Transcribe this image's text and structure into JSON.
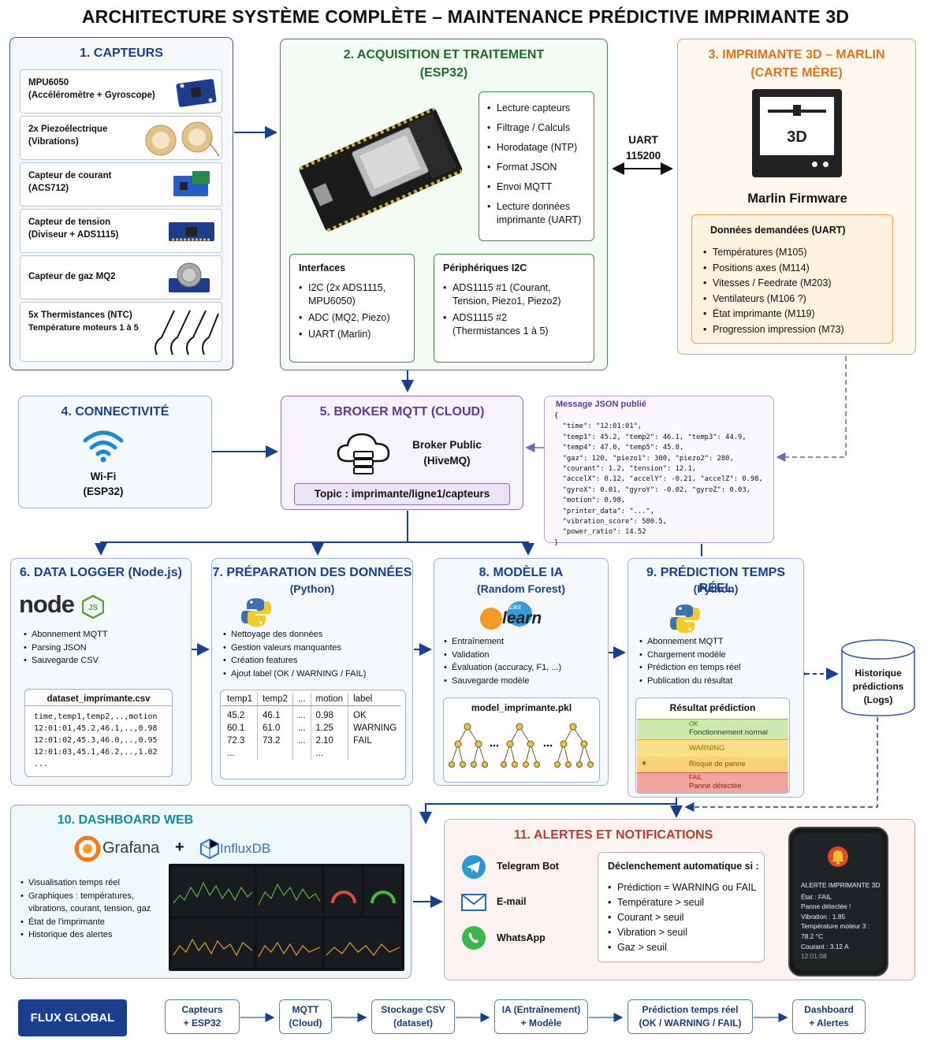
{
  "title": "ARCHITECTURE SYSTÈME COMPLÈTE – MAINTENANCE PRÉDICTIVE IMPRIMANTE 3D",
  "colors": {
    "blue": "#1a3f8f",
    "green": "#1d6b28",
    "orange": "#e8701a",
    "purple": "#5a3a9a",
    "teal": "#178a9a",
    "red": "#c23a2a"
  },
  "capteurs": {
    "title": "1. CAPTEURS",
    "items": [
      {
        "line1": "MPU6050",
        "line2": "(Accéléromètre + Gyroscope)"
      },
      {
        "line1": "2x Piezoélectrique",
        "line2": "(Vibrations)"
      },
      {
        "line1": "Capteur de courant",
        "line2": "(ACS712)"
      },
      {
        "line1": "Capteur de tension",
        "line2": "(Diviseur + ADS1115)"
      },
      {
        "line1": "Capteur de gaz MQ2",
        "line2": ""
      },
      {
        "line1": "5x Thermistances (NTC)",
        "line2": "Température moteurs 1 à 5"
      }
    ]
  },
  "acquisition": {
    "title": "2. ACQUISITION ET TRAITEMENT",
    "subtitle": "(ESP32)",
    "tasks": [
      "Lecture capteurs",
      "Filtrage / Calculs",
      "Horodatage (NTP)",
      "Format JSON",
      "Envoi MQTT",
      "Lecture données imprimante (UART)"
    ],
    "interfaces": {
      "title": "Interfaces",
      "items": [
        "I2C (2x ADS1115, MPU6050)",
        "ADC (MQ2, Piezo)",
        "UART (Marlin)"
      ]
    },
    "peripheriques": {
      "title": "Périphériques I2C",
      "items": [
        "ADS1115 #1 (Courant, Tension, Piezo1, Piezo2)",
        "ADS1115 #2 (Thermistances 1 à 5)"
      ]
    }
  },
  "uart": {
    "line1": "UART",
    "line2": "115200"
  },
  "imprimante": {
    "title": "3. IMPRIMANTE 3D – MARLIN",
    "subtitle": "(CARTE MÈRE)",
    "icon_text": "3D",
    "firmware": "Marlin Firmware",
    "donnees_title": "Données demandées (UART)",
    "donnees": [
      "Températures (M105)",
      "Positions axes (M114)",
      "Vitesses / Feedrate (M203)",
      "Ventilateurs (M106 ?)",
      "État imprimante (M119)",
      "Progression impression (M73)"
    ]
  },
  "connectivite": {
    "title": "4. CONNECTIVITÉ",
    "line1": "Wi-Fi",
    "line2": "(ESP32)"
  },
  "broker": {
    "title": "5. BROKER MQTT (CLOUD)",
    "line1": "Broker Public",
    "line2": "(HiveMQ)",
    "topic": "Topic : imprimante/ligne1/capteurs"
  },
  "json_msg": {
    "title": "Message JSON publié",
    "lines": [
      "{",
      "  \"time\": \"12:01:01\",",
      "  \"temp1\": 45.2, \"temp2\": 46.1, \"temp3\": 44.9,",
      "  \"temp4\": 47.0, \"temp5\": 45.8,",
      "  \"gaz\": 120, \"piezo1\": 300, \"piezo2\": 280,",
      "  \"courant\": 1.2, \"tension\": 12.1,",
      "  \"accelX\": 0.12, \"accelY\": -0.21, \"accelZ\": 0.98,",
      "  \"gyroX\": 0.01, \"gyroY\": -0.02, \"gyroZ\": 0.03,",
      "  \"motion\": 0.98,",
      "  \"printer_data\": \"...\",",
      "  \"vibration_score\": 580.5,",
      "  \"power_ratio\": 14.52",
      "}"
    ]
  },
  "logger": {
    "title": "6. DATA LOGGER (Node.js)",
    "logo_text": "node",
    "items": [
      "Abonnement MQTT",
      "Parsing JSON",
      "Sauvegarde CSV"
    ],
    "file": "dataset_imprimante.csv",
    "csv": [
      "time,temp1,temp2,..,motion",
      "12:01:01,45.2,46.1,..,0.98",
      "12:01:02,45.3,46.0,..,0.95",
      "12:01:03,45.1,46.2,..,1.02",
      "..."
    ]
  },
  "preparation": {
    "title": "7. PRÉPARATION DES DONNÉES",
    "subtitle": "(Python)",
    "items": [
      "Nettoyage des données",
      "Gestion valeurs manquantes",
      "Création features",
      "Ajout label (OK / WARNING / FAIL)"
    ],
    "table_head": [
      "temp1",
      "temp2",
      "...",
      "motion",
      "label"
    ],
    "table_rows": [
      [
        "45.2",
        "46.1",
        "...",
        "0.98",
        "OK"
      ],
      [
        "60.1",
        "61.0",
        "...",
        "1.25",
        "WARNING"
      ],
      [
        "72.3",
        "73.2",
        "...",
        "2.10",
        "FAIL"
      ],
      [
        "...",
        "",
        "",
        "...",
        ""
      ]
    ]
  },
  "modele": {
    "title": "8. MODÈLE IA",
    "subtitle": "(Random Forest)",
    "logo_small": "scikit",
    "logo_big": "learn",
    "items": [
      "Entraînement",
      "Validation",
      "Évaluation (accuracy, F1, ...)",
      "Sauvegarde modèle"
    ],
    "file": "model_imprimante.pkl"
  },
  "prediction": {
    "title": "9. PRÉDICTION TEMPS RÉEL",
    "subtitle": "(Python)",
    "items": [
      "Abonnement MQTT",
      "Chargement modèle",
      "Prédiction en temps réel",
      "Publication du résultat"
    ],
    "result_title": "Résultat prédiction",
    "ok_tag": "OK",
    "ok_text": "Fonctionnement normal",
    "warn_tag": "WARNING",
    "warn_text": "Risque de panne",
    "fail_tag": "FAIL",
    "fail_text": "Panne détectée"
  },
  "historique": {
    "line1": "Historique",
    "line2": "prédictions",
    "line3": "(Logs)"
  },
  "dashboard": {
    "title": "10. DASHBOARD WEB",
    "grafana": "Grafana",
    "plus": "+",
    "influx": "InfluxDB",
    "items": [
      "Visualisation temps réel",
      "Graphiques : températures, vibrations, courant, tension, gaz",
      "État de l'imprimante",
      "Historique des alertes"
    ]
  },
  "alertes": {
    "title": "11. ALERTES ET NOTIFICATIONS",
    "channels": [
      "Telegram Bot",
      "E-mail",
      "WhatsApp"
    ],
    "trigger_title": "Déclenchement automatique si :",
    "triggers": [
      "Prédiction = WARNING ou FAIL",
      "Température > seuil",
      "Courant > seuil",
      "Vibration > seuil",
      "Gaz > seuil"
    ],
    "phone": [
      "ALERTE IMPRIMANTE 3D",
      "État : FAIL",
      "Panne détectée !",
      "Vibration : 1.85",
      "Température moteur 3 :",
      "78.2 °C",
      "Courant : 3.12 A",
      "12:01:08"
    ]
  },
  "flux": {
    "label": "FLUX GLOBAL",
    "steps": [
      {
        "l1": "Capteurs",
        "l2": "+ ESP32"
      },
      {
        "l1": "MQTT",
        "l2": "(Cloud)"
      },
      {
        "l1": "Stockage CSV",
        "l2": "(dataset)"
      },
      {
        "l1": "IA (Entraînement)",
        "l2": "+ Modèle"
      },
      {
        "l1": "Prédiction temps réel",
        "l2": "(OK / WARNING / FAIL)"
      },
      {
        "l1": "Dashboard",
        "l2": "+ Alertes"
      }
    ]
  }
}
